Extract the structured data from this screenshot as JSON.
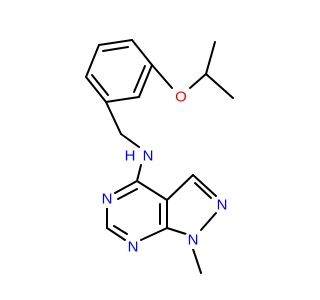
{
  "molecule": {
    "atoms": {
      "o_ether": {
        "label": "O",
        "color": "#ff0000"
      },
      "n_amine": {
        "label": "N",
        "h_label": "H",
        "color": "#0000ff"
      },
      "n_pyrimidine_1": {
        "label": "N",
        "color": "#0000ff"
      },
      "n_pyrimidine_2": {
        "label": "N",
        "color": "#0000ff"
      },
      "n_pyrazole_methyl": {
        "label": "N",
        "color": "#0000ff"
      },
      "n_pyrazole_2": {
        "label": "N",
        "color": "#0000ff"
      }
    },
    "bond_color": "#000000"
  }
}
